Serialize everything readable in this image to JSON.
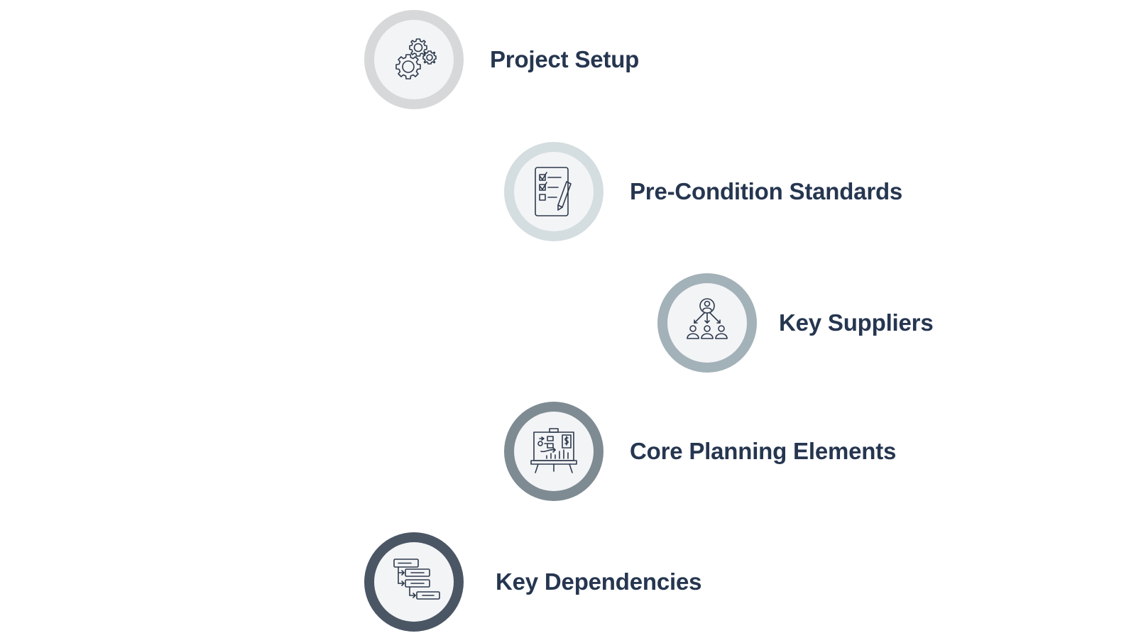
{
  "steps": [
    {
      "label": "Project Setup",
      "icon": "gears-icon",
      "ring_color": "#d6d8d9"
    },
    {
      "label": "Pre-Condition Standards",
      "icon": "checklist-icon",
      "ring_color": "#d4dde0"
    },
    {
      "label": "Key Suppliers",
      "icon": "supplier-hierarchy-icon",
      "ring_color": "#a3b1b8"
    },
    {
      "label": "Core Planning Elements",
      "icon": "planning-board-icon",
      "ring_color": "#7e8b92"
    },
    {
      "label": "Key Dependencies",
      "icon": "flowchart-icon",
      "ring_color": "#4b5665"
    }
  ],
  "inner_color": "#f3f4f6",
  "text_color": "#263650"
}
